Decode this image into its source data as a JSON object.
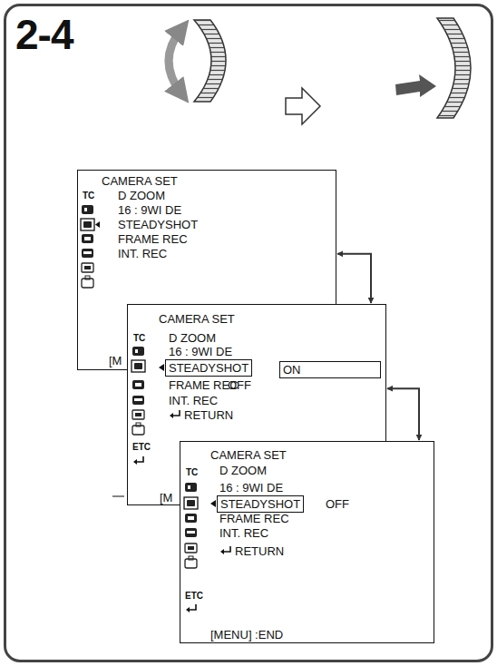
{
  "diagram": {
    "nodes": [
      {
        "text": [
          "2-4"
        ]
      },
      {
        "text": [
          "CAMERA SET",
          "TC",
          "D ZOOM",
          "16 : 9WI DE",
          "STEADYSHOT",
          "FRAME REC",
          "INT. REC",
          "[M"
        ],
        "in": 0
      },
      {
        "text": [
          "CAMERA SET",
          "TC",
          "D ZOOM",
          "16 : 9WI DE",
          "FRAME REC",
          "OFF",
          "INT. REC",
          "RETURN",
          "ETC",
          "[M"
        ],
        "in": 0
      },
      {
        "text": [
          "STEADYSHOT"
        ],
        "in": 2
      },
      {
        "text": [
          "ON"
        ],
        "in": 2
      },
      {
        "text": [
          "CAMERA SET",
          "TC",
          "D ZOOM",
          "16 : 9WI DE",
          "OFF",
          "FRAME REC",
          "INT. REC",
          "RETURN",
          "ETC",
          "[MENU] :END"
        ],
        "in": 0
      },
      {
        "text": [
          "STEADYSHOT"
        ],
        "in": 5
      }
    ],
    "edges": [
      {
        "from": 1,
        "to": 2,
        "arrow": "both"
      },
      {
        "from": 2,
        "to": 5,
        "arrow": "both"
      }
    ]
  }
}
